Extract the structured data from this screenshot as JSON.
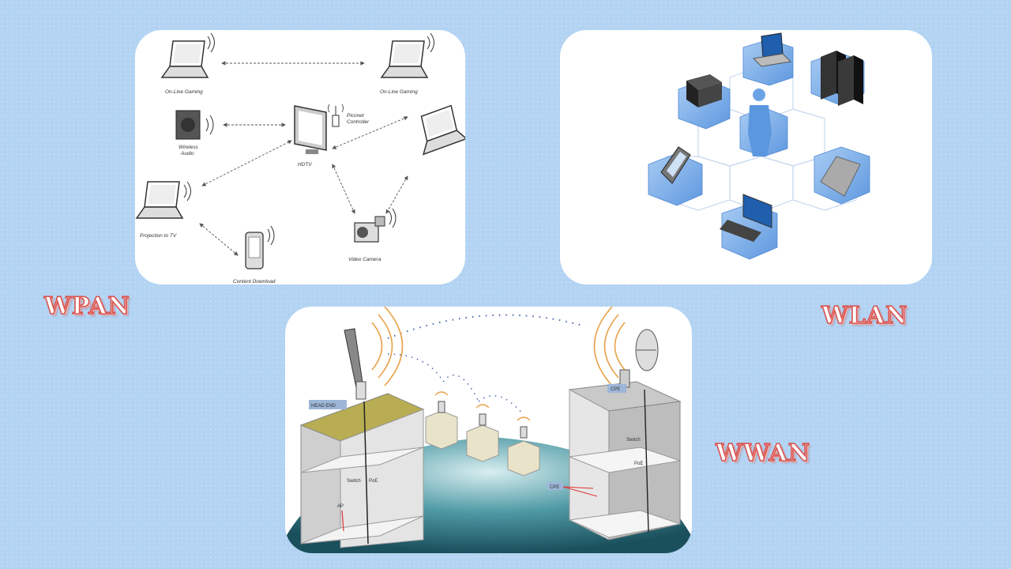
{
  "titles": {
    "wpan": "WPAN",
    "wlan": "WLAN",
    "wwan": "WWAN"
  },
  "wpan_diagram": {
    "labels": {
      "gaming_left": "On-Line Gaming",
      "gaming_right": "On-Line Gaming",
      "piconet_line1": "Piconet",
      "piconet_line2": "Controller",
      "audio_line1": "Wireless",
      "audio_line2": "Audio",
      "hdtv": "HDTV",
      "projection": "Projection to TV",
      "video_camera": "Video Camera",
      "content_download": "Content Download"
    }
  },
  "wwan_diagram": {
    "labels": {
      "head_end": "HEAD END",
      "cpe": "CPE",
      "switch_left": "Switch",
      "poe_left": "PoE",
      "ap_left": "AP",
      "switch_right": "Switch",
      "poe_right": "PoE",
      "cpe_lower": "CPE"
    }
  },
  "colors": {
    "background": "#b3d3f3",
    "panel": "#ffffff",
    "title_stroke": "#d9534f",
    "hex_blue": "#8fb9ec"
  }
}
